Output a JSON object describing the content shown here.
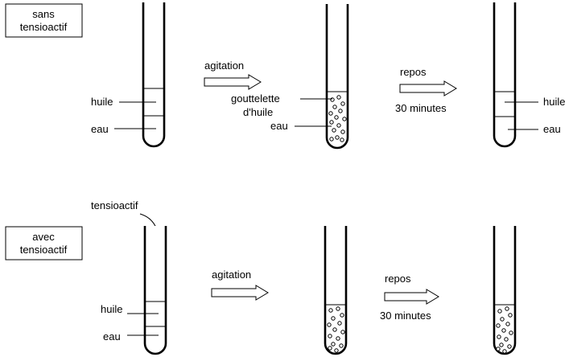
{
  "rows": [
    {
      "box_label": [
        "sans",
        "tensioactif"
      ],
      "tube1": {
        "oil_label": "huile",
        "water_label": "eau"
      },
      "step1": {
        "label": "agitation"
      },
      "tube2": {
        "droplet_label": [
          "gouttelette",
          "d'huile"
        ],
        "water_label": "eau"
      },
      "step2": {
        "label_top": "repos",
        "label_bottom": "30 minutes"
      },
      "tube3": {
        "oil_label": "huile",
        "water_label": "eau"
      }
    },
    {
      "box_label": [
        "avec",
        "tensioactif"
      ],
      "tube1": {
        "surfactant_label": "tensioactif",
        "oil_label": "huile",
        "water_label": "eau"
      },
      "step1": {
        "label": "agitation"
      },
      "step2": {
        "label_top": "repos",
        "label_bottom": "30 minutes"
      }
    }
  ]
}
